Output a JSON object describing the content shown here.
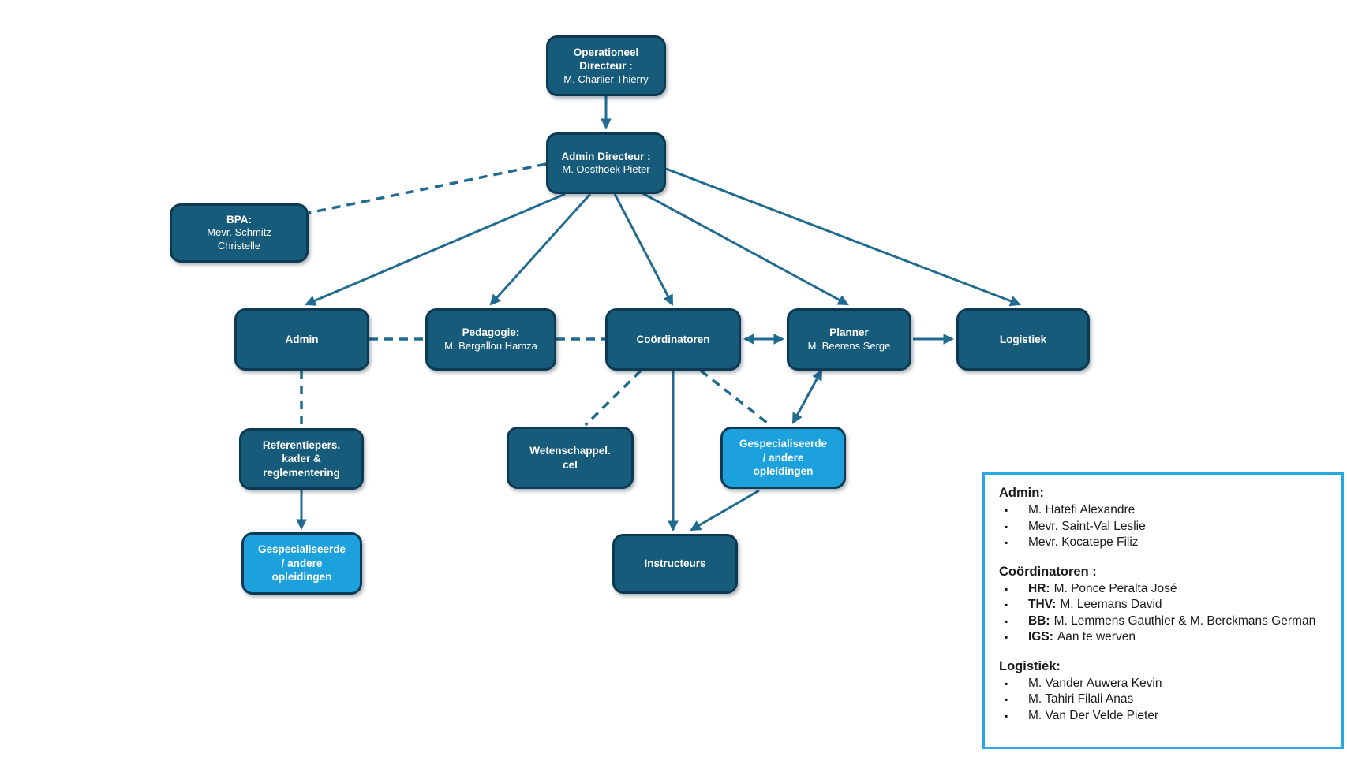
{
  "colors": {
    "node_fill_dark": "#175b7a",
    "node_fill_light": "#1ca1dd",
    "node_border": "#0d3a52",
    "connector": "#216b90",
    "legend_border": "#29a9e2",
    "text_on_node": "#ffffff",
    "legend_text": "#1a1a1a"
  },
  "icons": {
    "bullet": "▪"
  },
  "nodes": {
    "operationeel": {
      "title": "Operationeel\nDirecteur :",
      "name": "M. Charlier Thierry"
    },
    "admin_directeur": {
      "title": "Admin Directeur :",
      "name": "M. Oosthoek Pieter"
    },
    "bpa": {
      "title": "BPA:",
      "name": "Mevr. Schmitz\nChristelle"
    },
    "admin": {
      "title": "Admin"
    },
    "pedagogie": {
      "title": "Pedagogie:",
      "name": "M. Bergallou Hamza"
    },
    "coordinatoren": {
      "title": "Coördinatoren"
    },
    "planner": {
      "title": "Planner",
      "name": "M. Beerens Serge"
    },
    "logistiek": {
      "title": "Logistiek"
    },
    "referentiepersonen": {
      "title": "Referentiepers.\nkader &\nreglementering"
    },
    "gespecialiseerde_links": {
      "title": "Gespecialiseerde\n/ andere\nopleidingen"
    },
    "wetenschappelijke_cel": {
      "title": "Wetenschappel.\ncel"
    },
    "gespecialiseerde_rechts": {
      "title": "Gespecialiseerde\n/ andere\nopleidingen"
    },
    "instructeurs": {
      "title": "Instructeurs"
    }
  },
  "legend": {
    "sections": [
      {
        "title": "Admin:",
        "items": [
          {
            "prefix": "",
            "text": "M. Hatefi Alexandre"
          },
          {
            "prefix": "",
            "text": "Mevr. Saint-Val Leslie"
          },
          {
            "prefix": "",
            "text": "Mevr. Kocatepe Filiz"
          }
        ]
      },
      {
        "title": "Coördinatoren :",
        "items": [
          {
            "prefix": "HR:",
            "text": "M. Ponce Peralta José"
          },
          {
            "prefix": "THV:",
            "text": "M. Leemans David"
          },
          {
            "prefix": "BB:",
            "text": "M. Lemmens Gauthier & M. Berckmans German"
          },
          {
            "prefix": "IGS:",
            "text": "Aan te werven"
          }
        ]
      },
      {
        "title": "Logistiek:",
        "items": [
          {
            "prefix": "",
            "text": "M. Vander Auwera Kevin"
          },
          {
            "prefix": "",
            "text": "M. Tahiri Filali Anas"
          },
          {
            "prefix": "",
            "text": "M. Van Der Velde Pieter"
          }
        ]
      }
    ]
  }
}
